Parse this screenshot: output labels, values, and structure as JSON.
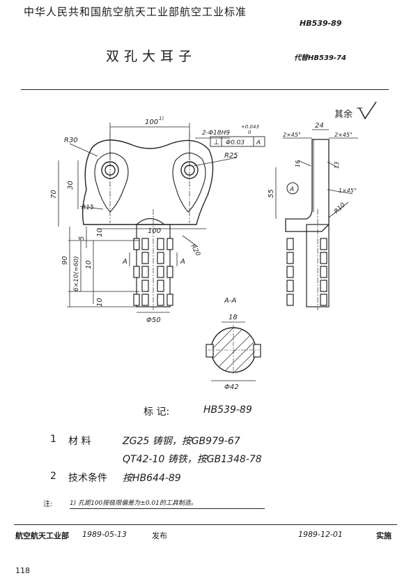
{
  "header": {
    "standard_title": "中华人民共和国航空航天工业部航空工业标准",
    "standard_no": "HB539-89",
    "part_name": "双孔大耳子",
    "replaces": "代替HB539-74"
  },
  "drawing": {
    "surface_finish_note": "其余",
    "dims": {
      "d100_top": "100",
      "d100_top_sup": "1)",
      "hole_spec": "2-Φ18H9",
      "hole_tol_upper": "+0.043",
      "hole_tol_lower": "0",
      "perp_symbol": "⊥",
      "perp_tol": "Φ0.03",
      "datum": "A",
      "r30": "R30",
      "r25": "R25",
      "r15": "R15",
      "r20": "R20",
      "r10": "R10",
      "d30": "30",
      "d70": "70",
      "d10a": "10",
      "d100_mid": "100",
      "d5": "5",
      "d90": "90",
      "d6x10": "6×10(=60)",
      "d10b": "10",
      "d10c": "10",
      "phi50": "Φ50",
      "sec_a_left": "A",
      "sec_a_right": "A",
      "d24": "24",
      "cham_l": "2×45°",
      "cham_r": "2×45°",
      "d16": "16",
      "d13": "13",
      "d55": "55",
      "cham_1x45": "1×45°",
      "datum_a_circle": "A",
      "section_title": "A-A",
      "d18": "18",
      "phi42": "Φ42"
    }
  },
  "marking": {
    "label": "标      记:",
    "value": "HB539-89"
  },
  "requirements": [
    {
      "num": "1",
      "label": "材      料",
      "lines": [
        "ZG25 铸钢，按GB979-67",
        "QT42-10 铸铁，按GB1348-78"
      ]
    },
    {
      "num": "2",
      "label": "技术条件",
      "lines": [
        "按HB644-89"
      ]
    }
  ],
  "note": {
    "label": "注:",
    "text": "1) 孔距100按极限偏差为±0.01的工具制造。"
  },
  "footer": {
    "issuer": "航空航天工业部",
    "issue_date": "1989-05-13",
    "issued": "发布",
    "effective_date": "1989-12-01",
    "effective": "实施"
  },
  "page_number": "118"
}
